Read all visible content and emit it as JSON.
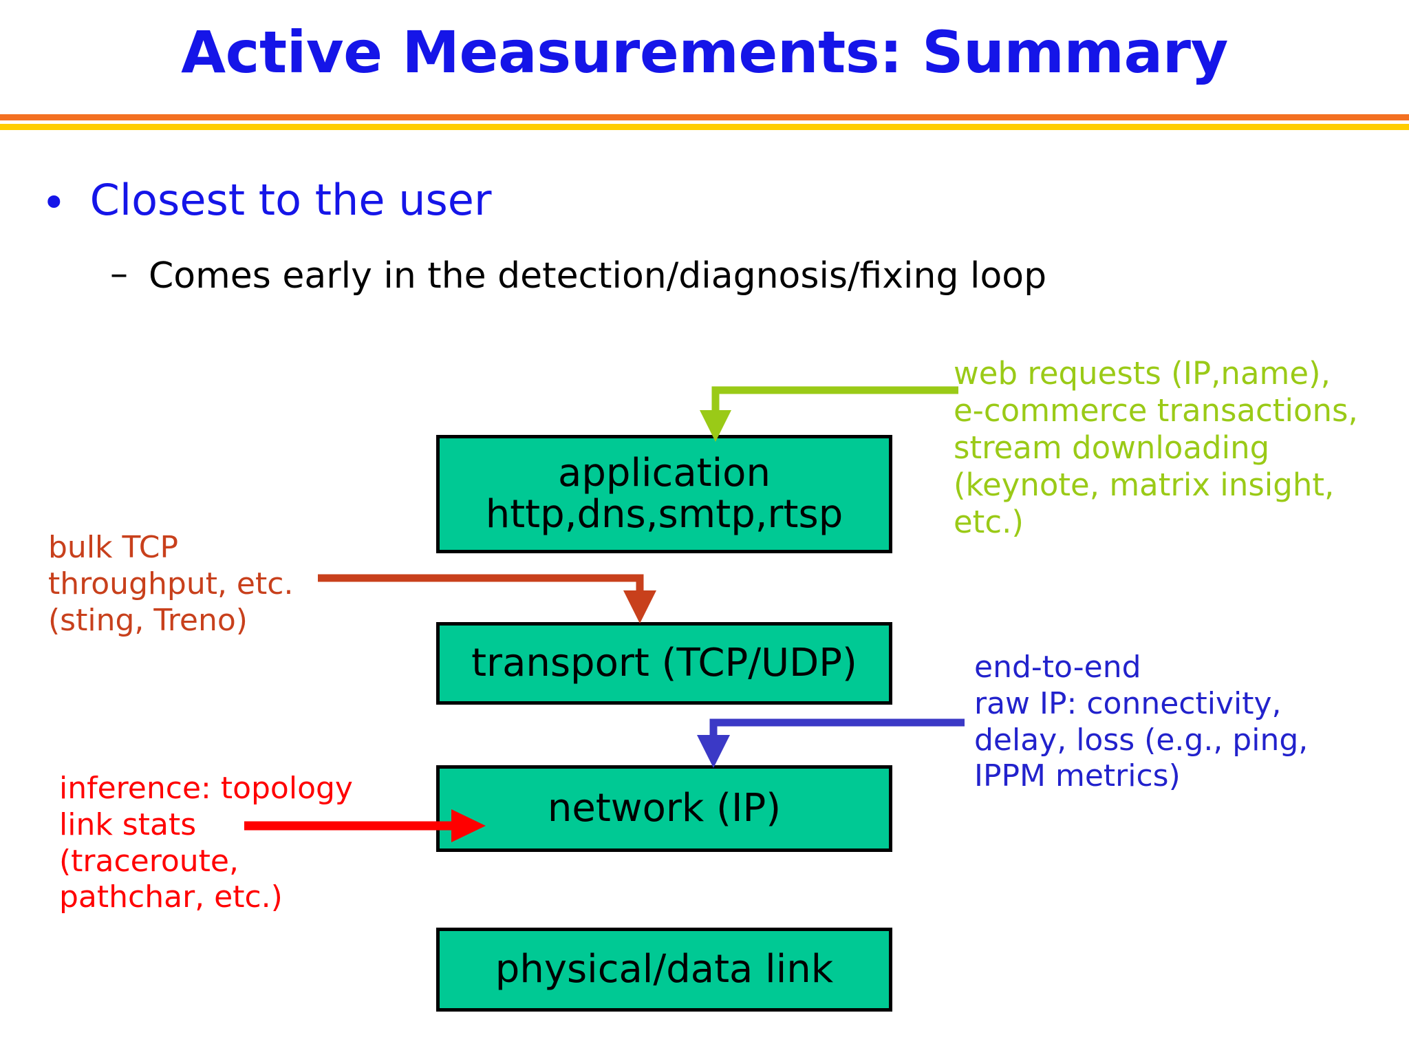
{
  "slide": {
    "title": "Active Measurements: Summary",
    "title_color": "#1515E8",
    "rule_colors": {
      "top": "#F37021",
      "bottom": "#FFCD00"
    },
    "background": "#FFFFFF"
  },
  "bullets": {
    "level1": {
      "marker": "•",
      "text": "Closest to the user",
      "color": "#1515E8"
    },
    "level2": {
      "marker": "–",
      "text": "Comes early in the detection/diagnosis/fixing loop",
      "color": "#000000"
    }
  },
  "diagram": {
    "box_fill": "#00C994",
    "box_border": "#000000",
    "layers": [
      {
        "id": "application",
        "line1": "application",
        "line2": "http,dns,smtp,rtsp"
      },
      {
        "id": "transport",
        "line1": "transport (TCP/UDP)"
      },
      {
        "id": "network",
        "line1": "network (IP)"
      },
      {
        "id": "physical",
        "line1": "physical/data link"
      }
    ],
    "annotations": [
      {
        "id": "web-requests",
        "color": "#9ACA17",
        "target": "application",
        "lines": [
          "web requests (IP,name),",
          "e-commerce transactions,",
          "stream downloading",
          "(keynote, matrix insight,",
          "etc.)"
        ]
      },
      {
        "id": "bulk-tcp",
        "color": "#C8401C",
        "target": "transport",
        "lines": [
          "bulk TCP",
          "throughput, etc.",
          "(sting, Treno)"
        ]
      },
      {
        "id": "end-to-end",
        "color": "#2222CC",
        "target": "network",
        "lines": [
          "end-to-end",
          "raw IP: connectivity,",
          "delay, loss (e.g., ping,",
          "IPPM metrics)"
        ]
      },
      {
        "id": "inference",
        "color": "#FF0000",
        "target": "network",
        "lines": [
          "inference: topology",
          "link stats",
          "(traceroute,",
          "pathchar, etc.)"
        ]
      }
    ]
  }
}
